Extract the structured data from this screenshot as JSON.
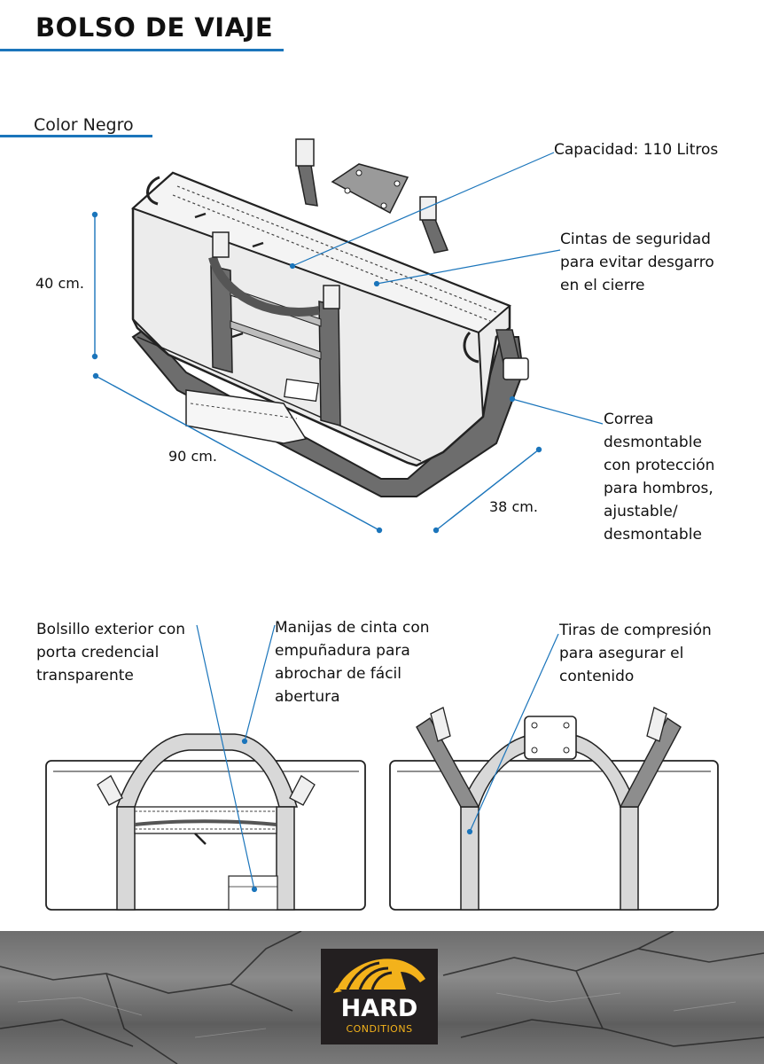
{
  "header": {
    "title": "BOLSO DE VIAJE",
    "color_label": "Color Negro"
  },
  "callouts": {
    "capacity": "Capacidad: 110 Litros",
    "security": [
      "Cintas de seguridad",
      "para evitar desgarro",
      "en el cierre"
    ],
    "strap": [
      "Correa",
      "desmontable",
      "con protección",
      "para hombros,",
      "ajustable/",
      "desmontable"
    ],
    "pocket": [
      "Bolsillo exterior con",
      "porta credencial",
      "transparente"
    ],
    "handles": [
      "Manijas de cinta con",
      "empuñadura para",
      "abrochar de fácil",
      "abertura"
    ],
    "compression": [
      "Tiras de compresión",
      "para asegurar el",
      "contenido"
    ]
  },
  "dimensions": {
    "height": "40 cm.",
    "length": "90 cm.",
    "depth": "38 cm."
  },
  "brand": {
    "name": "HARD",
    "tagline": "CONDITIONS"
  },
  "colors": {
    "accent_blue": "#1b75bb",
    "strap_gray": "#7f7f7f",
    "logo_gold": "#f3b21b",
    "logo_bg": "#231f20"
  }
}
